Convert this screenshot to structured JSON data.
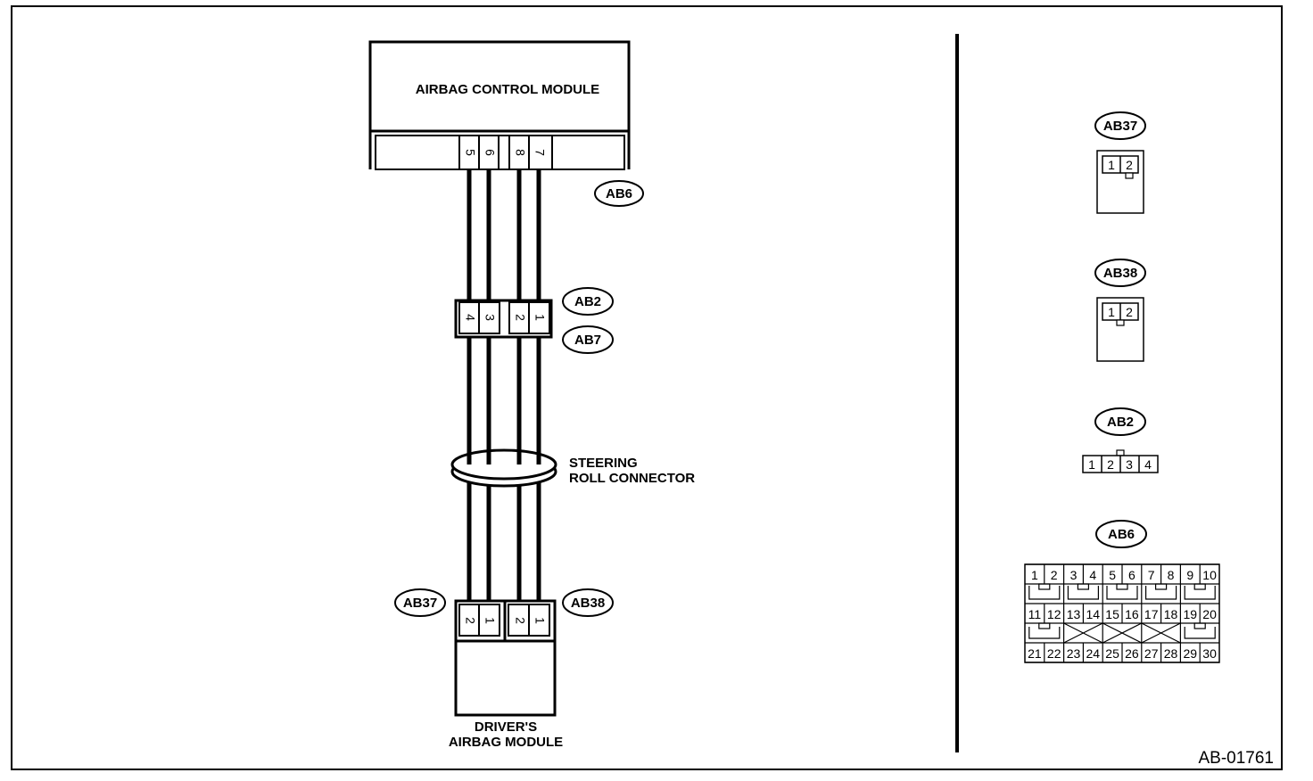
{
  "modules": {
    "control_module": "AIRBAG CONTROL MODULE",
    "driver_module_line1": "DRIVER'S",
    "driver_module_line2": "AIRBAG MODULE",
    "roll_connector_line1": "STEERING",
    "roll_connector_line2": "ROLL CONNECTOR"
  },
  "connectors": {
    "ab6_pins": [
      "5",
      "6",
      "8",
      "7"
    ],
    "ab2_pins": [
      "4",
      "3",
      "2",
      "1"
    ],
    "ab37_pins": [
      "2",
      "1"
    ],
    "ab38_pins": [
      "2",
      "1"
    ]
  },
  "tags": {
    "ab6": "AB6",
    "ab2": "AB2",
    "ab7": "AB7",
    "ab37": "AB37",
    "ab38": "AB38"
  },
  "faces": {
    "ab37": {
      "tag": "AB37",
      "pins": [
        "1",
        "2"
      ]
    },
    "ab38": {
      "tag": "AB38",
      "pins": [
        "1",
        "2"
      ]
    },
    "ab2": {
      "tag": "AB2",
      "pins": [
        "1",
        "2",
        "3",
        "4"
      ]
    },
    "ab6": {
      "tag": "AB6",
      "row1": [
        "1",
        "2",
        "3",
        "4",
        "5",
        "6",
        "7",
        "8",
        "9",
        "10"
      ],
      "row2": [
        "11",
        "12",
        "13",
        "14",
        "15",
        "16",
        "17",
        "18",
        "19",
        "20"
      ],
      "row3": [
        "21",
        "22",
        "23",
        "24",
        "25",
        "26",
        "27",
        "28",
        "29",
        "30"
      ]
    }
  },
  "figure_code": "AB-01761"
}
